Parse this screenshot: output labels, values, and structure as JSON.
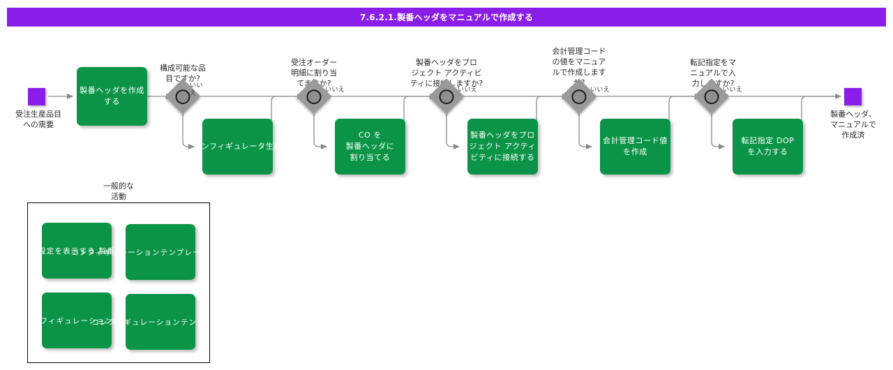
{
  "title_bar": {
    "text": "7.6.2.1.製番ヘッダをマニュアルで作成する",
    "background": "#8A1EE8",
    "text_color": "#ffffff"
  },
  "colors": {
    "process_green": "#0B9447",
    "terminator_purple": "#8A1EE8",
    "decision_gray": "#9A9A9A",
    "connector_gray": "#8a8a8a",
    "canvas_background": "#ffffff"
  },
  "flow": {
    "start": {
      "name": "start-terminator",
      "caption": "受注生産品目\nへの需要"
    },
    "end": {
      "name": "end-terminator",
      "caption": "製番ヘッダ、\nマニュアルで\n作成済"
    },
    "first_process": {
      "label": "製番ヘッダを作成\nする"
    },
    "decisions": [
      {
        "id": "d1",
        "question": "構成可能な品\n目ですか?",
        "no_label": "いい\nえ",
        "yes_process": "コンフィギュレータ生成"
      },
      {
        "id": "d2",
        "question": "受注オーダー\n明細に割り当\nてますか?",
        "no_label": "いいえ",
        "yes_process": "CO を\n製番ヘッダに\n割り当てる"
      },
      {
        "id": "d3",
        "question": "製番ヘッダをプロ\nジェクト アクティビ\nティに接続しますか?",
        "no_label": "いいえ",
        "yes_process": "製番ヘッダをプロ\nジェクト アクティ\nビティに接続する"
      },
      {
        "id": "d4",
        "question": "会計管理コード\nの値をマニュア\nルで作成します\nか?",
        "no_label": "いいえ",
        "yes_process": "会計管理コード値\nを作成"
      },
      {
        "id": "d5",
        "question": "転記指定をマ\nニュアルで入\n力しますか?",
        "no_label": "いいえ",
        "yes_process": "転記指定 DOP\nを入力する"
      }
    ]
  },
  "group": {
    "title": "一般的な\n活動",
    "items": [
      {
        "label": "設定を表示する 製番"
      },
      {
        "label": "コンフィギュレーションテンプレートを表示する"
      },
      {
        "label": "コンフィギュレーション設定"
      },
      {
        "label": "コンフィギュレーションテンプレート"
      }
    ]
  }
}
